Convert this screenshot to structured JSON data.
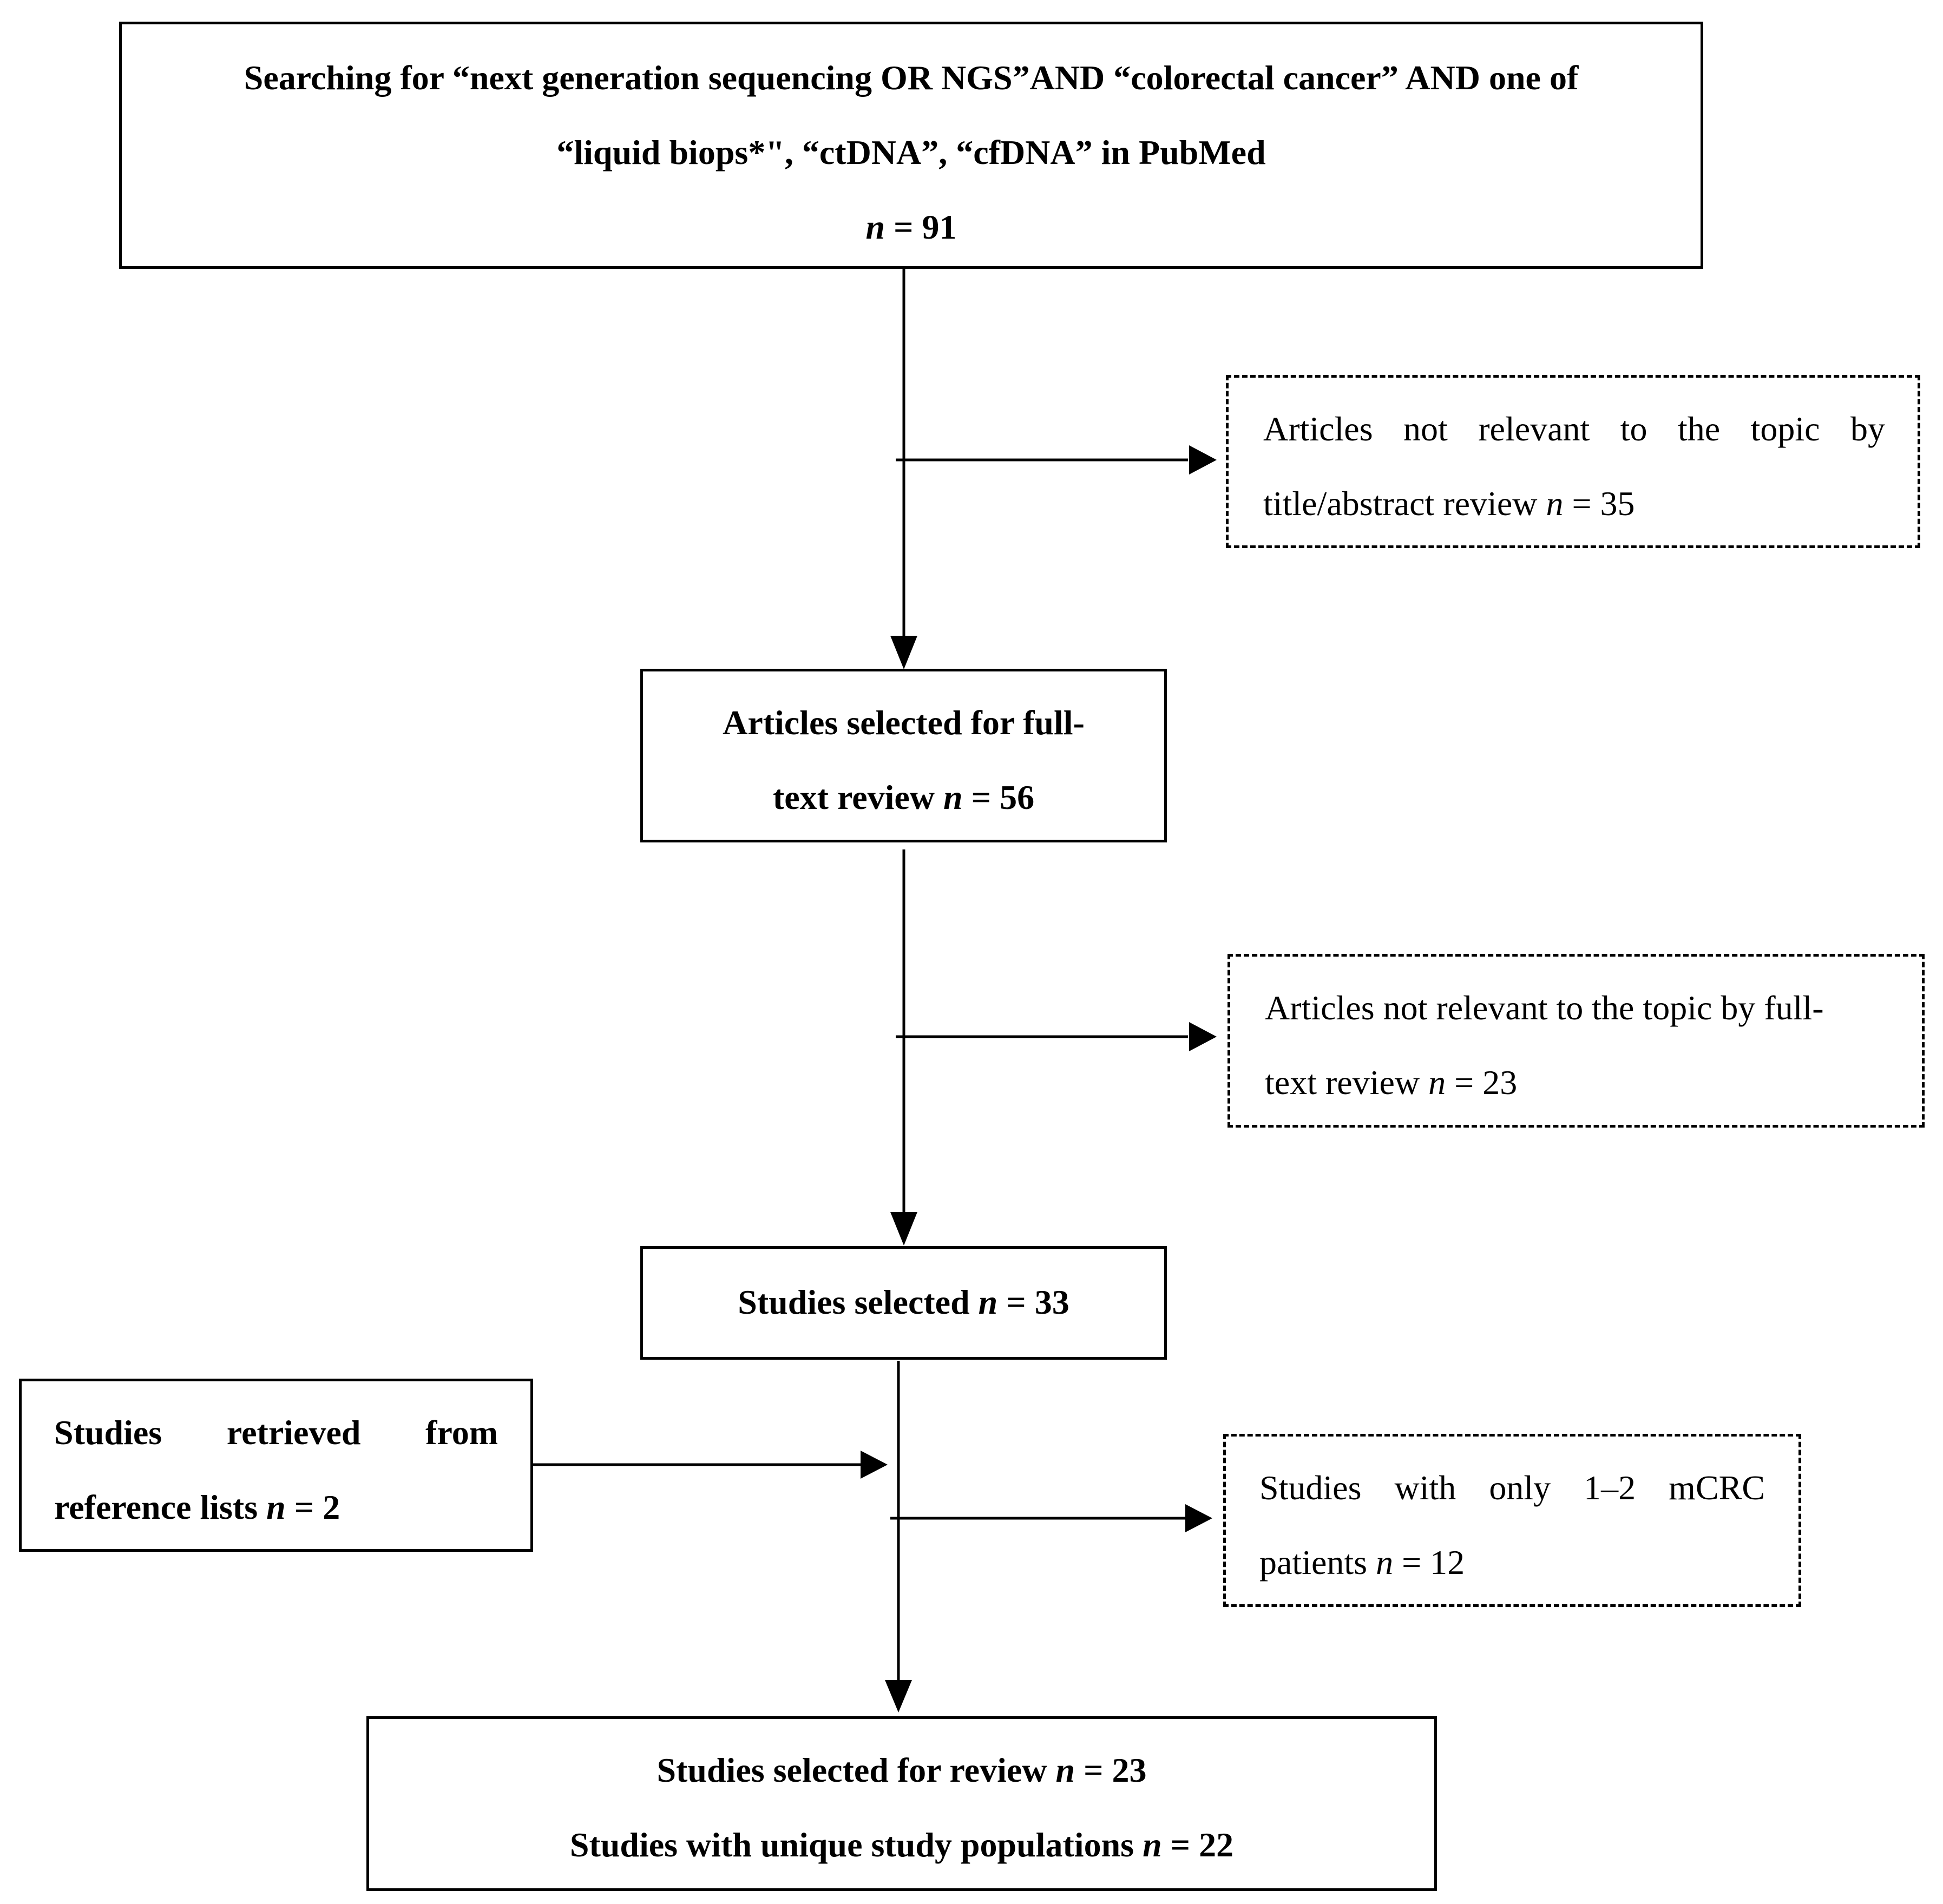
{
  "boxes": {
    "search": {
      "line1": "Searching for “next generation sequencing OR NGS”AND “colorectal cancer” AND one of",
      "line2": "“liquid biops*\", “ctDNA”, “cfDNA” in PubMed",
      "n_label": "n",
      "n_value": "= 91"
    },
    "excluded_title_abstract": {
      "line1": "Articles not relevant to the topic by",
      "line2_text": "title/abstract review",
      "n_label": "n",
      "n_value": "= 35"
    },
    "full_text": {
      "line1": "Articles selected for full-",
      "line2_text": "text review",
      "n_label": "n",
      "n_value": "= 56"
    },
    "excluded_full_text": {
      "line1": "Articles not relevant to the topic by full-",
      "line2_text": "text review",
      "n_label": "n",
      "n_value": "= 23"
    },
    "studies_selected": {
      "text": "Studies selected",
      "n_label": "n",
      "n_value": "= 33"
    },
    "reference_lists": {
      "line1": "Studies retrieved from",
      "line2_text": "reference lists",
      "n_label": "n",
      "n_value": "= 2"
    },
    "excluded_few_patients": {
      "line1": "Studies with only 1–2 mCRC",
      "line2_text": "patients",
      "n_label": "n",
      "n_value": "= 12"
    },
    "final": {
      "line1_text": "Studies selected for review",
      "line1_n_label": "n",
      "line1_n_value": "= 23",
      "line2_text": "Studies with unique study populations",
      "line2_n_label": "n",
      "line2_n_value": "= 22"
    }
  }
}
